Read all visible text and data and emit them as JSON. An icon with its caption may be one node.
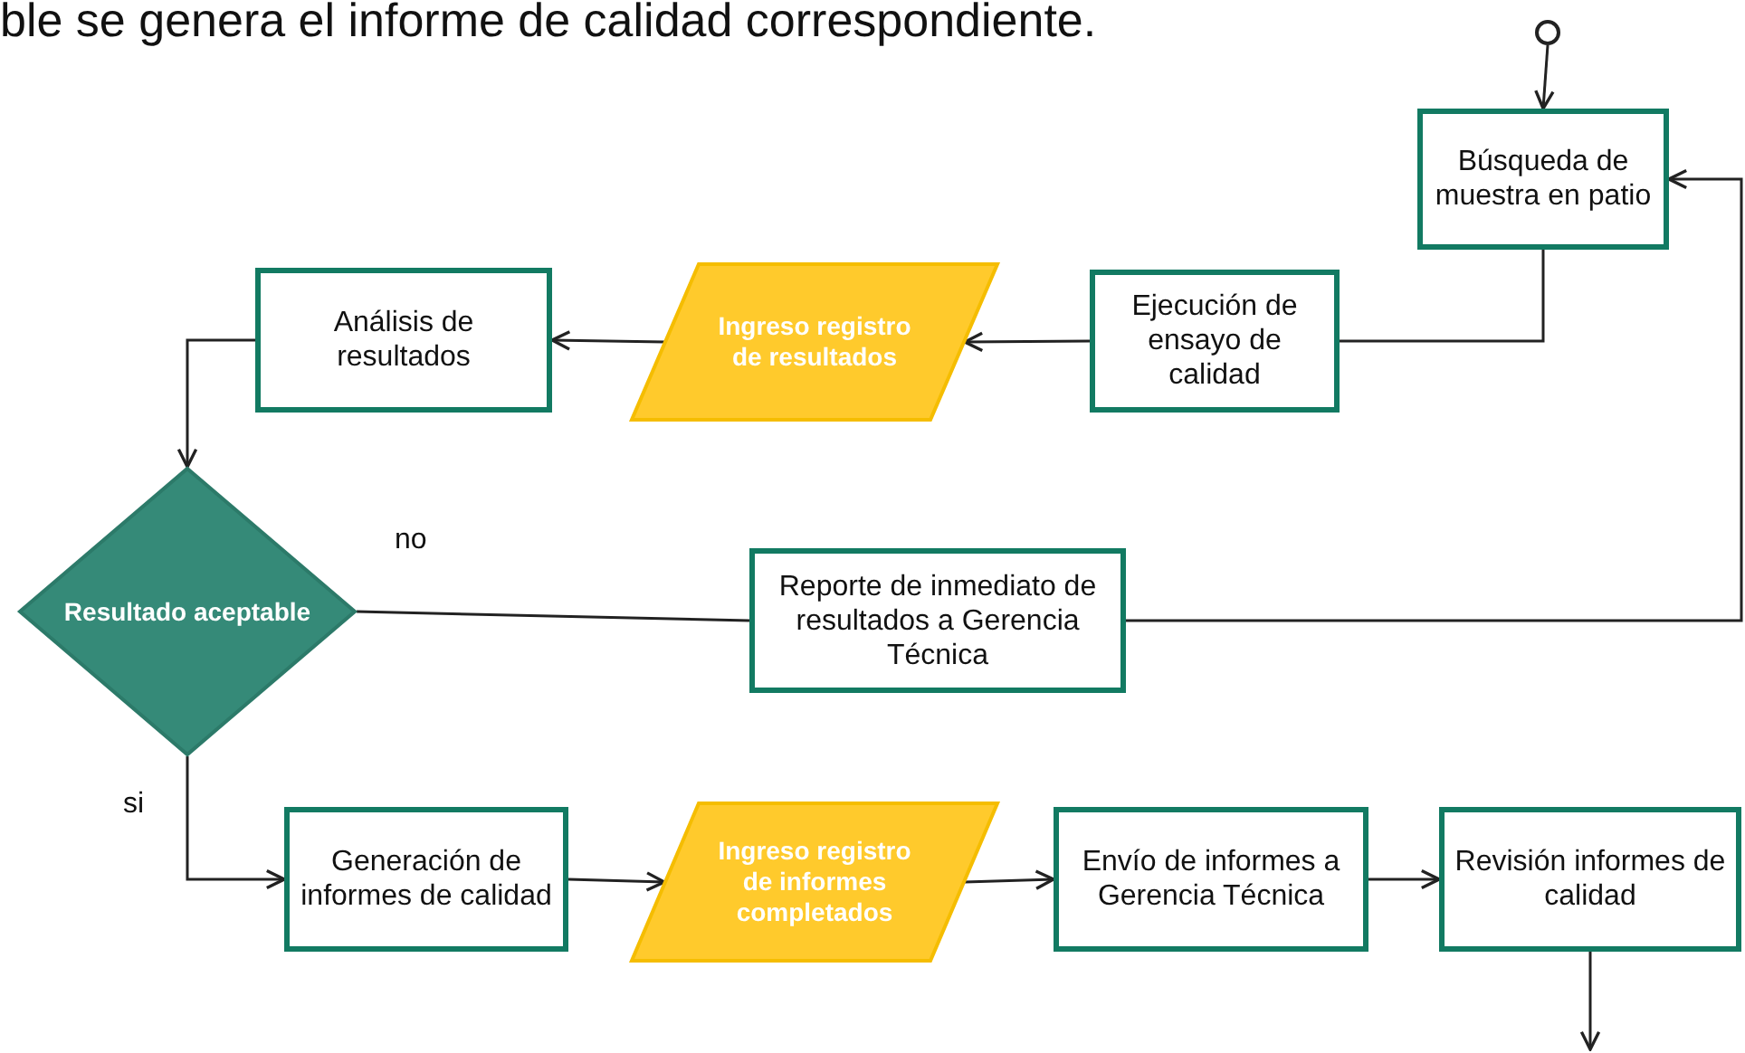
{
  "diagram": {
    "nodes": [
      {
        "text": [],
        "shape": "circle"
      },
      {
        "text": [
          "Búsqueda de muestra en patio"
        ]
      },
      {
        "text": [
          "Ejecución de ensayo de calidad"
        ]
      },
      {
        "text": [
          "Ingreso registro de resultados"
        ]
      },
      {
        "text": [
          "Análisis de resultados"
        ]
      },
      {
        "text": [
          "Resultado aceptable"
        ]
      },
      {
        "text": [
          "Reporte de inmediato de resultados a Gerencia Técnica"
        ]
      },
      {
        "text": [
          "Generación de informes de calidad"
        ]
      },
      {
        "text": [
          "Ingreso registro de informes completados"
        ]
      },
      {
        "text": [
          "Envío de informes a Gerencia Técnica"
        ]
      },
      {
        "text": [
          "Revisión informes de calidad"
        ]
      }
    ],
    "edges": [
      {
        "from": 0,
        "to": 1,
        "arrow": "to"
      },
      {
        "from": 1,
        "to": 2,
        "arrow": "none"
      },
      {
        "from": 2,
        "to": 3,
        "arrow": "to"
      },
      {
        "from": 3,
        "to": 4,
        "arrow": "to"
      },
      {
        "from": 4,
        "to": 5,
        "arrow": "to"
      },
      {
        "from": 5,
        "to": 6,
        "arrow": "none",
        "label": "no"
      },
      {
        "from": 6,
        "to": 1,
        "arrow": "to"
      },
      {
        "from": 5,
        "to": 7,
        "arrow": "to",
        "label": "si"
      },
      {
        "from": 7,
        "to": 8,
        "arrow": "to"
      },
      {
        "from": 8,
        "to": 9,
        "arrow": "to"
      },
      {
        "from": 9,
        "to": 10,
        "arrow": "to"
      },
      {
        "from": 10,
        "to": null,
        "arrow": "to"
      }
    ],
    "labels": [
      "ble se genera el informe de calidad correspondiente."
    ]
  }
}
